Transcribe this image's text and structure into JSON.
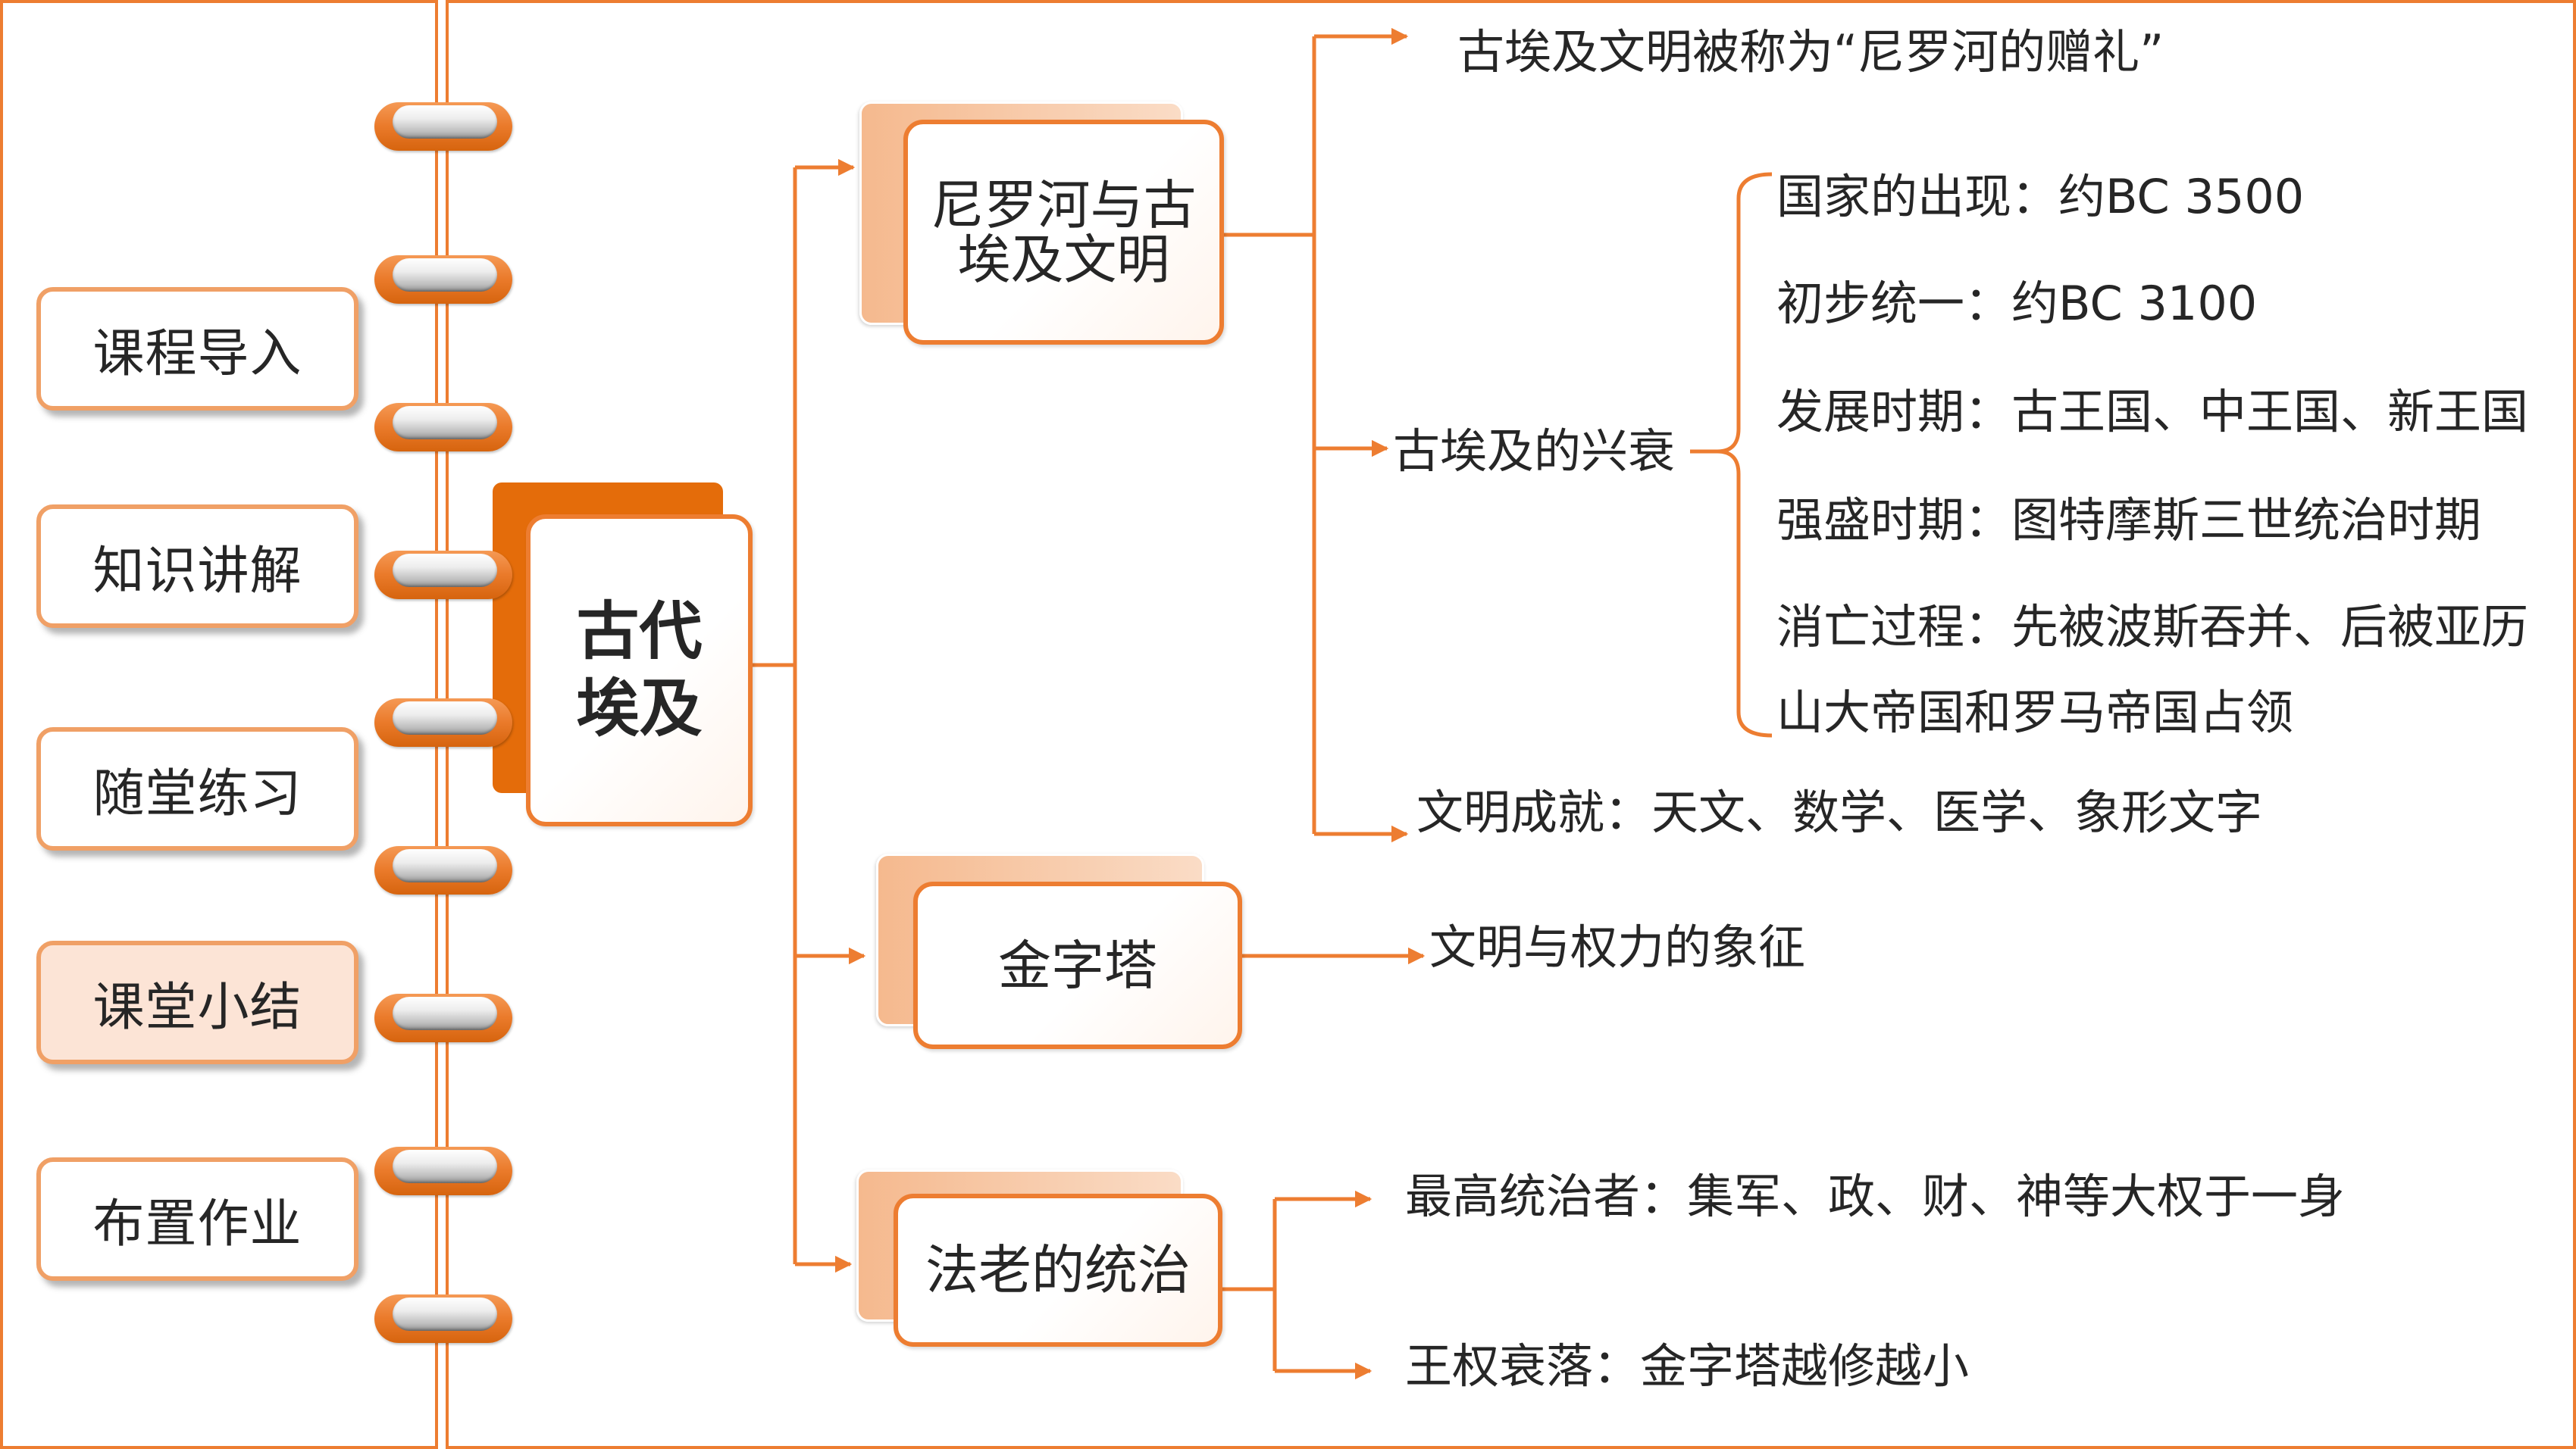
{
  "colors": {
    "accent": "#ed7d31",
    "accent_dark": "#e46c0a",
    "accent_light": "#f8cbad",
    "nav_border": "#f0a066",
    "highlight_fill": "#fce4d6",
    "text": "#262626"
  },
  "nav": {
    "items": [
      {
        "label": "课程导入"
      },
      {
        "label": "知识讲解"
      },
      {
        "label": "随堂练习"
      },
      {
        "label": "课堂小结",
        "highlighted": true
      },
      {
        "label": "布置作业"
      }
    ]
  },
  "mindmap": {
    "root": {
      "lines": [
        "古代",
        "埃及"
      ]
    },
    "branches": [
      {
        "lines": [
          "尼罗河与古",
          "埃及文明"
        ],
        "children": [
          {
            "text": "古埃及文明被称为“尼罗河的赠礼”"
          },
          {
            "text": "古埃及的兴衰",
            "details": [
              {
                "text": "国家的出现：约BC 3500"
              },
              {
                "text": "初步统一：约BC 3100"
              },
              {
                "text": "发展时期：古王国、中王国、新王国"
              },
              {
                "text": "强盛时期：图特摩斯三世统治时期"
              },
              {
                "text": "消亡过程：先被波斯吞并、后被亚历",
                "continuation": "山大帝国和罗马帝国占领"
              }
            ]
          },
          {
            "text": "文明成就：天文、数学、医学、象形文字"
          }
        ]
      },
      {
        "lines": [
          "金字塔"
        ],
        "children": [
          {
            "text": "文明与权力的象征"
          }
        ]
      },
      {
        "lines": [
          "法老的统治"
        ],
        "children": [
          {
            "text": "最高统治者：集军、政、财、神等大权于一身"
          },
          {
            "text": "王权衰落：金字塔越修越小"
          }
        ]
      }
    ]
  }
}
